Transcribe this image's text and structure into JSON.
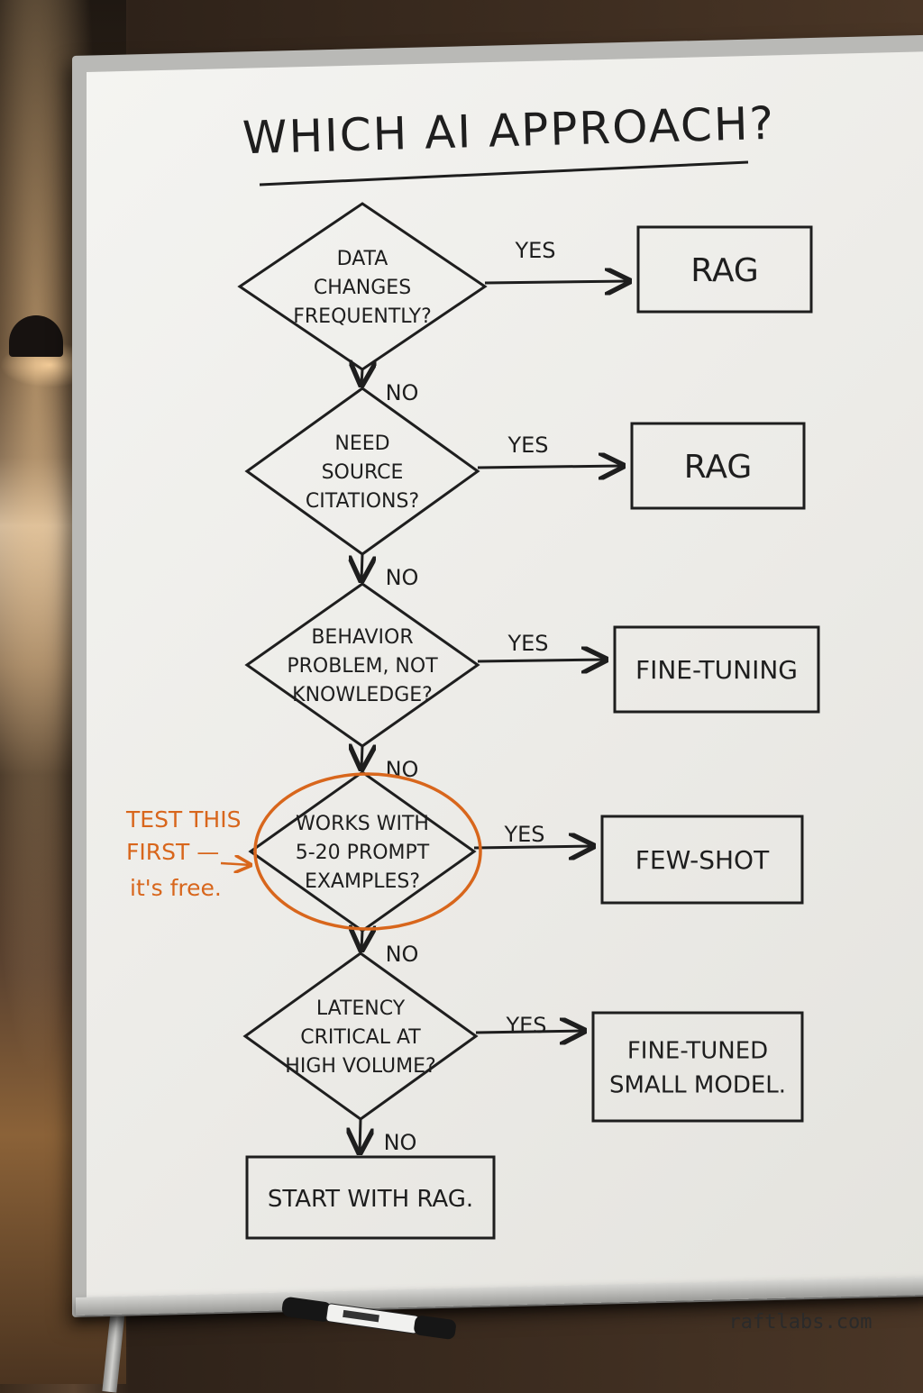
{
  "title": "WHICH AI APPROACH?",
  "decisions": [
    {
      "lines": [
        "DATA",
        "CHANGES",
        "FREQUENTLY?"
      ],
      "yes_label": "YES",
      "no_label": "NO",
      "outcome": [
        "RAG"
      ]
    },
    {
      "lines": [
        "NEED",
        "SOURCE",
        "CITATIONS?"
      ],
      "yes_label": "YES",
      "no_label": "NO",
      "outcome": [
        "RAG"
      ]
    },
    {
      "lines": [
        "BEHAVIOR",
        "PROBLEM, NOT",
        "KNOWLEDGE?"
      ],
      "yes_label": "YES",
      "no_label": "NO",
      "outcome": [
        "FINE-TUNING"
      ]
    },
    {
      "lines": [
        "WORKS WITH",
        "5-20 PROMPT",
        "EXAMPLES?"
      ],
      "yes_label": "YES",
      "no_label": "NO",
      "outcome": [
        "FEW-SHOT"
      ]
    },
    {
      "lines": [
        "LATENCY",
        "CRITICAL AT",
        "HIGH VOLUME?"
      ],
      "yes_label": "YES",
      "no_label": "NO",
      "outcome": [
        "FINE-TUNED",
        "SMALL MODEL."
      ]
    }
  ],
  "final": "START WITH RAG.",
  "annotation": {
    "lines": [
      "TEST THIS",
      "FIRST —",
      "it's free."
    ],
    "color": "#d8661c"
  },
  "colors": {
    "ink": "#1e1e1e",
    "highlight": "#d8661c",
    "board": "#efeeea"
  },
  "footer": "raftlabs.com",
  "marker_label": "marker"
}
